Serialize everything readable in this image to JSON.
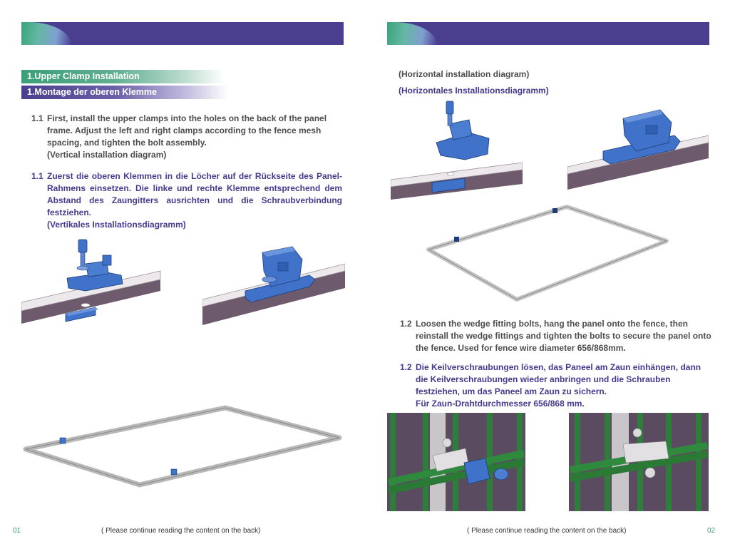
{
  "left_page": {
    "section_title_en": "1.Upper Clamp Installation",
    "section_title_de": "1.Montage der oberen Klemme",
    "step_number": "1.1",
    "step_en": "First, install the upper clamps into the holes on the back of the panel frame. Adjust the left and right clamps according to the fence mesh spacing, and tighten the bolt assembly.",
    "caption_en": "(Vertical installation diagram)",
    "step_de": "Zuerst die oberen Klemmen in die Löcher auf der Rückseite des Panel-Rahmens einsetzen. Die linke und rechte Klemme entsprechend dem Abstand des Zaungitters ausrichten und die Schraubverbindung festziehen.",
    "caption_de": "(Vertikales Installationsdiagramm)",
    "page_number": "01",
    "footer_note": "( Please continue reading the content on the back)"
  },
  "right_page": {
    "caption_en": "(Horizontal installation diagram)",
    "caption_de": "(Horizontales Installationsdiagramm)",
    "step_number": "1.2",
    "step_en": "Loosen the wedge fitting bolts, hang the panel onto the fence, then reinstall the wedge fittings and tighten the bolts to secure the panel onto the fence. Used for fence wire diameter 656/868mm.",
    "step_de": "Die Keilverschraubungen lösen, das Paneel am Zaun einhängen, dann die Keilverschraubungen wieder anbringen und die Schrauben festziehen, um das Paneel am Zaun zu sichern.",
    "step_de_extra": "Für Zaun-Drahtdurchmesser 656/868 mm.",
    "page_number": "02",
    "footer_note": "( Please continue reading the content on the back)"
  },
  "colors": {
    "header_purple": "#4a3f8f",
    "accent_green": "#3aa37a",
    "text_purple": "#463a90",
    "clamp_blue": "#3f72c8",
    "fence_green": "#2e7d3a"
  }
}
